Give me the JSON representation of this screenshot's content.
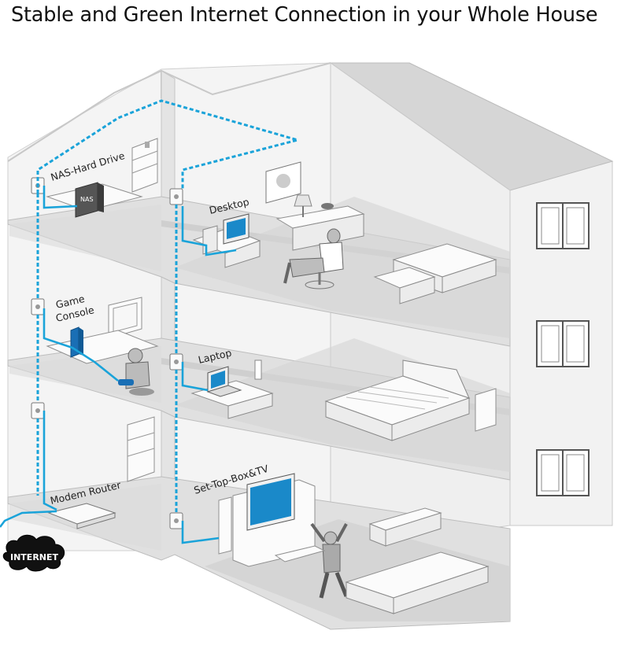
{
  "title": "Stable and Green Internet Connection in your Whole House",
  "labels": {
    "nas": "NAS-Hard Drive",
    "nas_box": "NAS",
    "desktop": "Desktop",
    "game_line1": "Game",
    "game_line2": "Console",
    "laptop": "Laptop",
    "modem": "Modem  Router",
    "settop": "Set-Top-Box&TV",
    "internet": "INTERNET"
  },
  "colors": {
    "network_line": "#1aa3d9",
    "house_wall": "#e6e6e6",
    "floor": "#dcdcdc"
  },
  "icons": [
    "power-outlet-icon",
    "cloud-icon",
    "window-icon"
  ]
}
